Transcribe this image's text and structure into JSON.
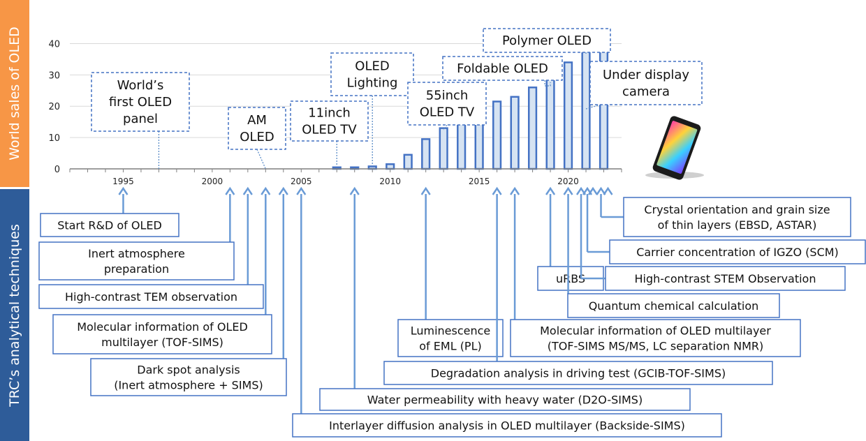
{
  "colors": {
    "top_band": "#F79646",
    "bottom_band": "#2E5C99",
    "bar_fill": "#D6E3F2",
    "bar_stroke": "#4472C4",
    "arrow": "#6A9BD6",
    "box_border": "#4472C4"
  },
  "side_labels": {
    "top": "World sales of OLED",
    "bottom": "TRC’s analytical techniques"
  },
  "chart_data": {
    "type": "bar",
    "title": "",
    "xlabel": "",
    "ylabel": "World sales of OLED",
    "xlim": [
      1992,
      2023
    ],
    "ylim": [
      0,
      45
    ],
    "y_ticks": [
      0,
      10,
      20,
      30,
      40
    ],
    "x_ticks": [
      1995,
      2000,
      2005,
      2010,
      2015,
      2020
    ],
    "grid": true,
    "series": [
      {
        "x": [
          2007,
          2008,
          2009,
          2010,
          2011,
          2012,
          2013,
          2014,
          2015,
          2016,
          2017,
          2018,
          2019,
          2020,
          2021,
          2022
        ],
        "values": [
          0.5,
          0.5,
          0.8,
          1.5,
          4.5,
          9.5,
          13,
          16.5,
          19.5,
          21.5,
          23,
          26,
          30,
          34,
          40,
          43
        ]
      }
    ],
    "milestones": [
      {
        "lines": [
          "World’s",
          "first OLED",
          "panel"
        ],
        "year": 1997
      },
      {
        "lines": [
          "AM",
          "OLED"
        ],
        "year": 2003
      },
      {
        "lines": [
          "11inch",
          "OLED TV"
        ],
        "year": 2007
      },
      {
        "lines": [
          "OLED",
          "Lighting"
        ],
        "year": 2009
      },
      {
        "lines": [
          "55inch",
          "OLED TV"
        ],
        "year": 2013
      },
      {
        "lines": [
          "Foldable OLED"
        ],
        "year": 2019
      },
      {
        "lines": [
          "Polymer OLED"
        ],
        "year": 2021
      },
      {
        "lines": [
          "Under display",
          "camera"
        ],
        "year": 2021
      }
    ],
    "techniques": [
      {
        "lines": [
          "Start R&D of OLED"
        ],
        "year": 1995
      },
      {
        "lines": [
          "Inert atmosphere",
          "preparation"
        ],
        "year": 2001
      },
      {
        "lines": [
          "High-contrast TEM observation"
        ],
        "year": 2002
      },
      {
        "lines": [
          "Molecular information of OLED",
          "multilayer (TOF-SIMS)"
        ],
        "year": 2003
      },
      {
        "lines": [
          "Dark spot analysis",
          "(Inert atmosphere + SIMS)"
        ],
        "year": 2004
      },
      {
        "lines": [
          "Interlayer diffusion analysis in OLED multilayer (Backside-SIMS)"
        ],
        "year": 2005
      },
      {
        "lines": [
          "Water permeability with heavy water (D2O-SIMS)"
        ],
        "year": 2008
      },
      {
        "lines": [
          "Luminescence",
          "of EML (PL)"
        ],
        "year": 2012
      },
      {
        "lines": [
          "Degradation analysis in driving test (GCIB-TOF-SIMS)"
        ],
        "year": 2016
      },
      {
        "lines": [
          "Molecular information of OLED multilayer",
          "(TOF-SIMS MS/MS, LC separation NMR)"
        ],
        "year": 2017
      },
      {
        "lines": [
          "uRBS"
        ],
        "year": 2019
      },
      {
        "lines": [
          "Quantum chemical calculation"
        ],
        "year": 2020
      },
      {
        "lines": [
          "High-contrast STEM Observation"
        ],
        "year": 2021
      },
      {
        "lines": [
          "Carrier concentration of IGZO (SCM)"
        ],
        "year": 2021
      },
      {
        "lines": [
          "Crystal orientation and grain size",
          "of thin layers (EBSD, ASTAR)"
        ],
        "year": 2022
      }
    ]
  }
}
